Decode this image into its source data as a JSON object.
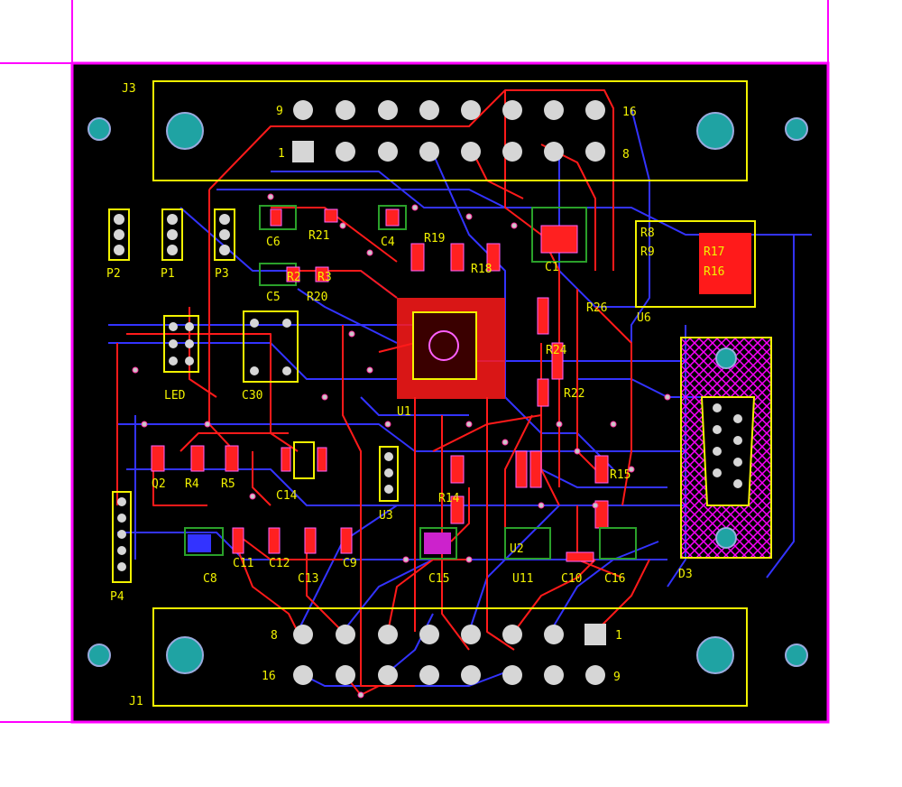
{
  "colors": {
    "board": "#000000",
    "outline": "#ff00ff",
    "silkscreen": "#f2f200",
    "top_copper": "#ff1a1a",
    "bottom_copper": "#3333ff",
    "mounting_hole": "#1fa3a3"
  },
  "connectors": {
    "top": {
      "designator": "J3",
      "pin_left_label": "9",
      "pin_right_label": "16",
      "row2_left_label": "1",
      "row2_right_label": "8"
    },
    "bottom": {
      "designator": "J1",
      "pin_left_label": "8",
      "pin_right_label": "1",
      "row2_left_label": "16",
      "row2_right_label": "9"
    },
    "right_db9": {
      "designator": "D3"
    }
  },
  "labels": {
    "p2": "P2",
    "p1": "P1",
    "p3": "P3",
    "p4": "P4",
    "c6": "C6",
    "r21": "R21",
    "c4": "C4",
    "r20": "R20",
    "r2": "R2",
    "r3": "R3",
    "c5": "C5",
    "r19": "R19",
    "r18": "R18",
    "ic1": "U1",
    "r26": "R26",
    "r24": "R24",
    "r22": "R22",
    "r8": "R8",
    "r9": "R9",
    "u6": "U6",
    "c1": "C1",
    "r17": "R17",
    "r16": "R16",
    "led": "LED",
    "c30": "C30",
    "u3": "U3",
    "c8": "C8",
    "c9": "C9",
    "c10": "C10",
    "c11": "C11",
    "c12": "C12",
    "c13": "C13",
    "c14": "C14",
    "u11": "U11",
    "c15": "C15",
    "c16": "C16",
    "r14": "R14",
    "r15": "R15",
    "u2": "U2",
    "q2": "Q2",
    "r4": "R4",
    "r5": "R5"
  }
}
